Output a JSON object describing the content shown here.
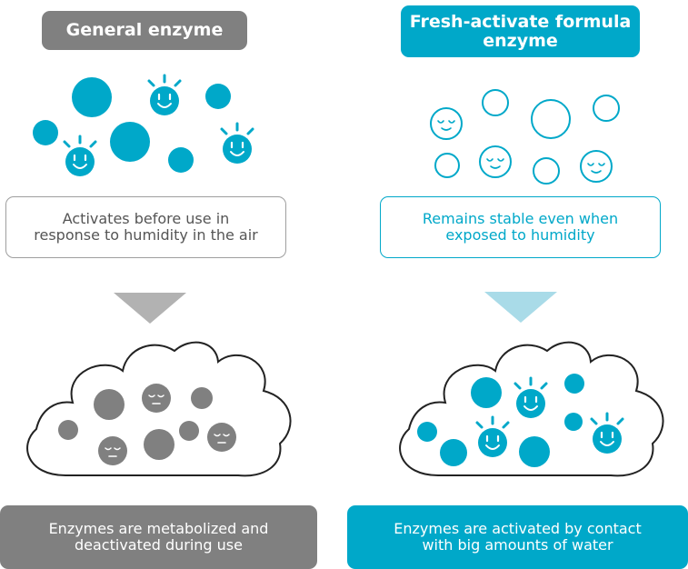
{
  "left": {
    "header": "General enzyme",
    "description": "Activates before use in\nresponse to humidity in the air",
    "result": "Enzymes are metabolized and\ndeactivated during use"
  },
  "right": {
    "header": "Fresh-activate formula\nenzyme",
    "description": "Remains stable even when\nexposed to humidity",
    "result": "Enzymes are activated by contact\nwith big amounts of water"
  },
  "colors": {
    "accent": "#00a8c9",
    "gray": "#808080",
    "light_arrow": "#a9dbe8",
    "gray_arrow": "#b2b2b2"
  },
  "icons": [
    "happy-enzyme-icon",
    "sleeping-enzyme-icon",
    "enzyme-circle-icon",
    "cloud-icon",
    "down-triangle-arrow-icon"
  ]
}
